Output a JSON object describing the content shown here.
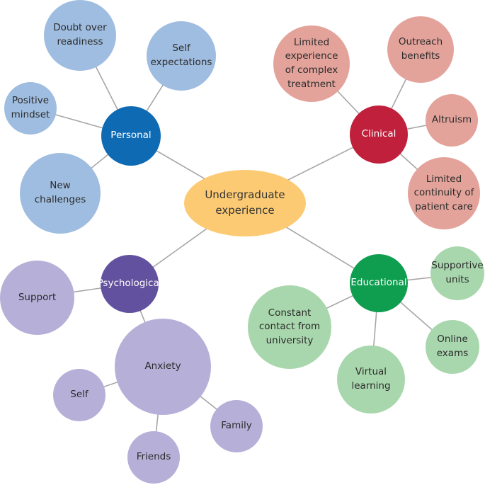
{
  "center": {
    "label": "Undergraduate\nexperience",
    "color": "#fdca74"
  },
  "personal": {
    "hub": "Personal",
    "color": "#0f6ab4",
    "leaf_color": "#9fbde0",
    "items": [
      "Doubt over\nreadiness",
      "Self\nexpectations",
      "Positive\nmindset",
      "New\nchallenges"
    ]
  },
  "clinical": {
    "hub": "Clinical",
    "color": "#c0203b",
    "leaf_color": "#e3a39b",
    "items": [
      "Limited\nexperience\nof complex\ntreatment",
      "Outreach\nbenefits",
      "Altruism",
      "Limited\ncontinuity of\npatient care"
    ]
  },
  "educational": {
    "hub": "Educational",
    "color": "#0f9e50",
    "leaf_color": "#a9d7ad",
    "items": [
      "Supportive\nunits",
      "Constant\ncontact from\nuniversity",
      "Virtual\nlearning",
      "Online\nexams"
    ]
  },
  "psychological": {
    "hub": "Psychological",
    "color": "#62519e",
    "leaf_color": "#b6b0d9",
    "items": [
      "Support",
      "Anxiety"
    ],
    "anxiety_items": [
      "Self",
      "Family",
      "Friends"
    ]
  }
}
